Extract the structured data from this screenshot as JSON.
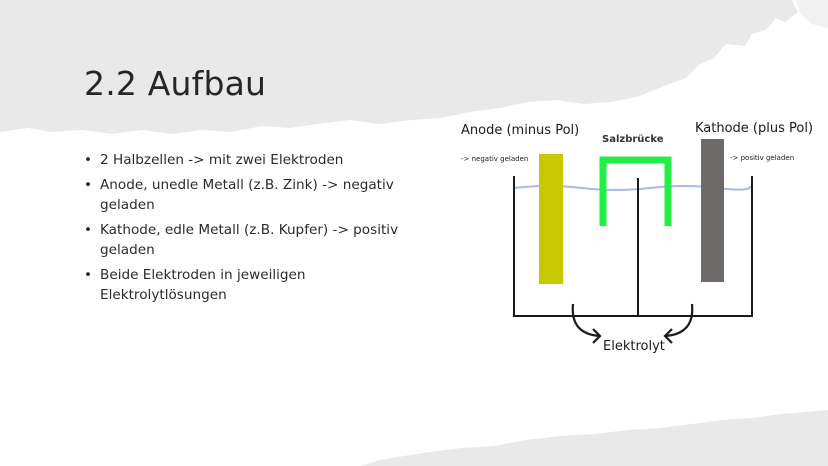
{
  "slide": {
    "title": "2.2 Aufbau",
    "bullets": [
      "2 Halbzellen -> mit zwei Elektroden",
      "Anode, unedle Metall (z.B. Zink) -> negativ geladen",
      "Kathode, edle Metall (z.B. Kupfer) -> positiv geladen",
      "Beide Elektroden in jeweiligen Elektrolytlösungen"
    ]
  },
  "diagram": {
    "anode_label": "Anode (minus Pol)",
    "anode_charge": "-> negativ geladen",
    "kathode_label": "Kathode (plus Pol)",
    "kathode_charge": "-> positiv geladen",
    "salt_bridge_label": "Salzbrücke",
    "electrolyte_label": "Elektrolyt",
    "colors": {
      "anode": "#c8c800",
      "kathode": "#6e6a6a",
      "salt_bridge": "#22ee44",
      "water_line": "#a9b7ea",
      "paper": "#ffffff",
      "background": "#e9e9e9"
    }
  }
}
